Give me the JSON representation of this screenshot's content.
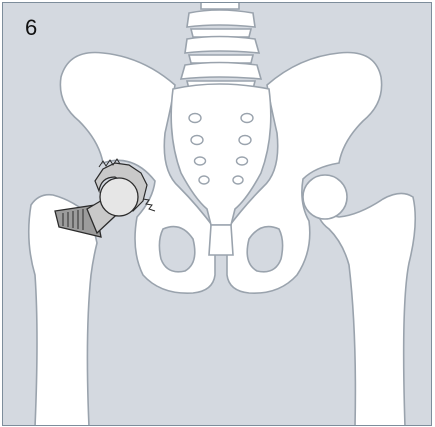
{
  "figure": {
    "step_number": "6",
    "colors": {
      "background": "#d4d9e0",
      "bone_fill": "#ffffff",
      "bone_stroke": "#9aa3ad",
      "border": "#7d8d9b",
      "implant_fill": "#c9c9c9",
      "implant_dark": "#8a8a8a",
      "implant_stroke": "#2b2b2b"
    },
    "elements": [
      "lumbar-spine",
      "sacrum",
      "left-iliac-wing",
      "right-iliac-wing",
      "pubic-symphysis",
      "left-femur",
      "right-femur",
      "right-femoral-head",
      "hip-implant-stem"
    ]
  }
}
